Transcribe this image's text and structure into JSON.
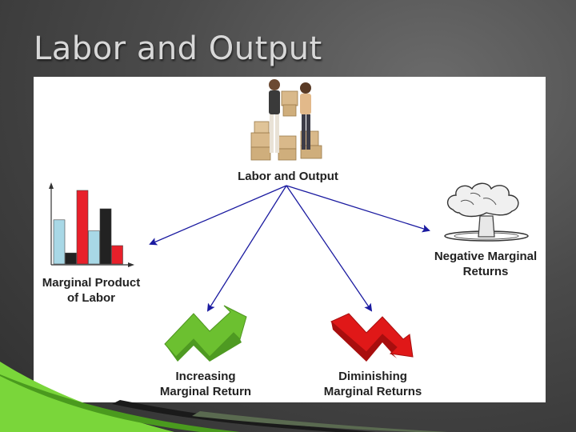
{
  "slide": {
    "title": "Labor and Output"
  },
  "diagram": {
    "center": {
      "label": "Labor and Output",
      "icon": "workers-with-boxes-icon"
    },
    "branches": [
      {
        "id": "mpl",
        "line1": "Marginal Product",
        "line2": "of Labor",
        "icon": "bar-chart-icon"
      },
      {
        "id": "inc",
        "line1": "Increasing",
        "line2": "Marginal Return",
        "icon": "green-up-arrow-icon"
      },
      {
        "id": "dim",
        "line1": "Diminishing",
        "line2": "Marginal Returns",
        "icon": "red-down-arrow-icon"
      },
      {
        "id": "neg",
        "line1": "Negative Marginal",
        "line2": "Returns",
        "icon": "mushroom-cloud-icon"
      }
    ],
    "colors": {
      "arrow": "#1a1aa0",
      "bar_blue": "#a8d8e6",
      "bar_red": "#e8202a",
      "bar_black": "#222222",
      "up_arrow": "#6cc030",
      "down_arrow": "#e01818"
    }
  },
  "mini_chart": {
    "type": "bar",
    "values": [
      0.6,
      0.15,
      1.0,
      0.45,
      0.75,
      0.25
    ],
    "series_colors": [
      "bar_blue",
      "bar_black",
      "bar_red",
      "bar_blue",
      "bar_black",
      "bar_red"
    ]
  }
}
